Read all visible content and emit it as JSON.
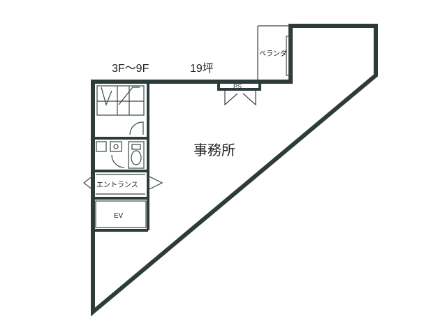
{
  "header": {
    "floors": "3F～9F",
    "area": "19坪"
  },
  "rooms": {
    "office": "事務所",
    "veranda": "ベランダ",
    "pipe_space": "PS",
    "entrance": "エントランス",
    "elevator": "EV"
  },
  "colors": {
    "wall": "#2d3b3b"
  }
}
